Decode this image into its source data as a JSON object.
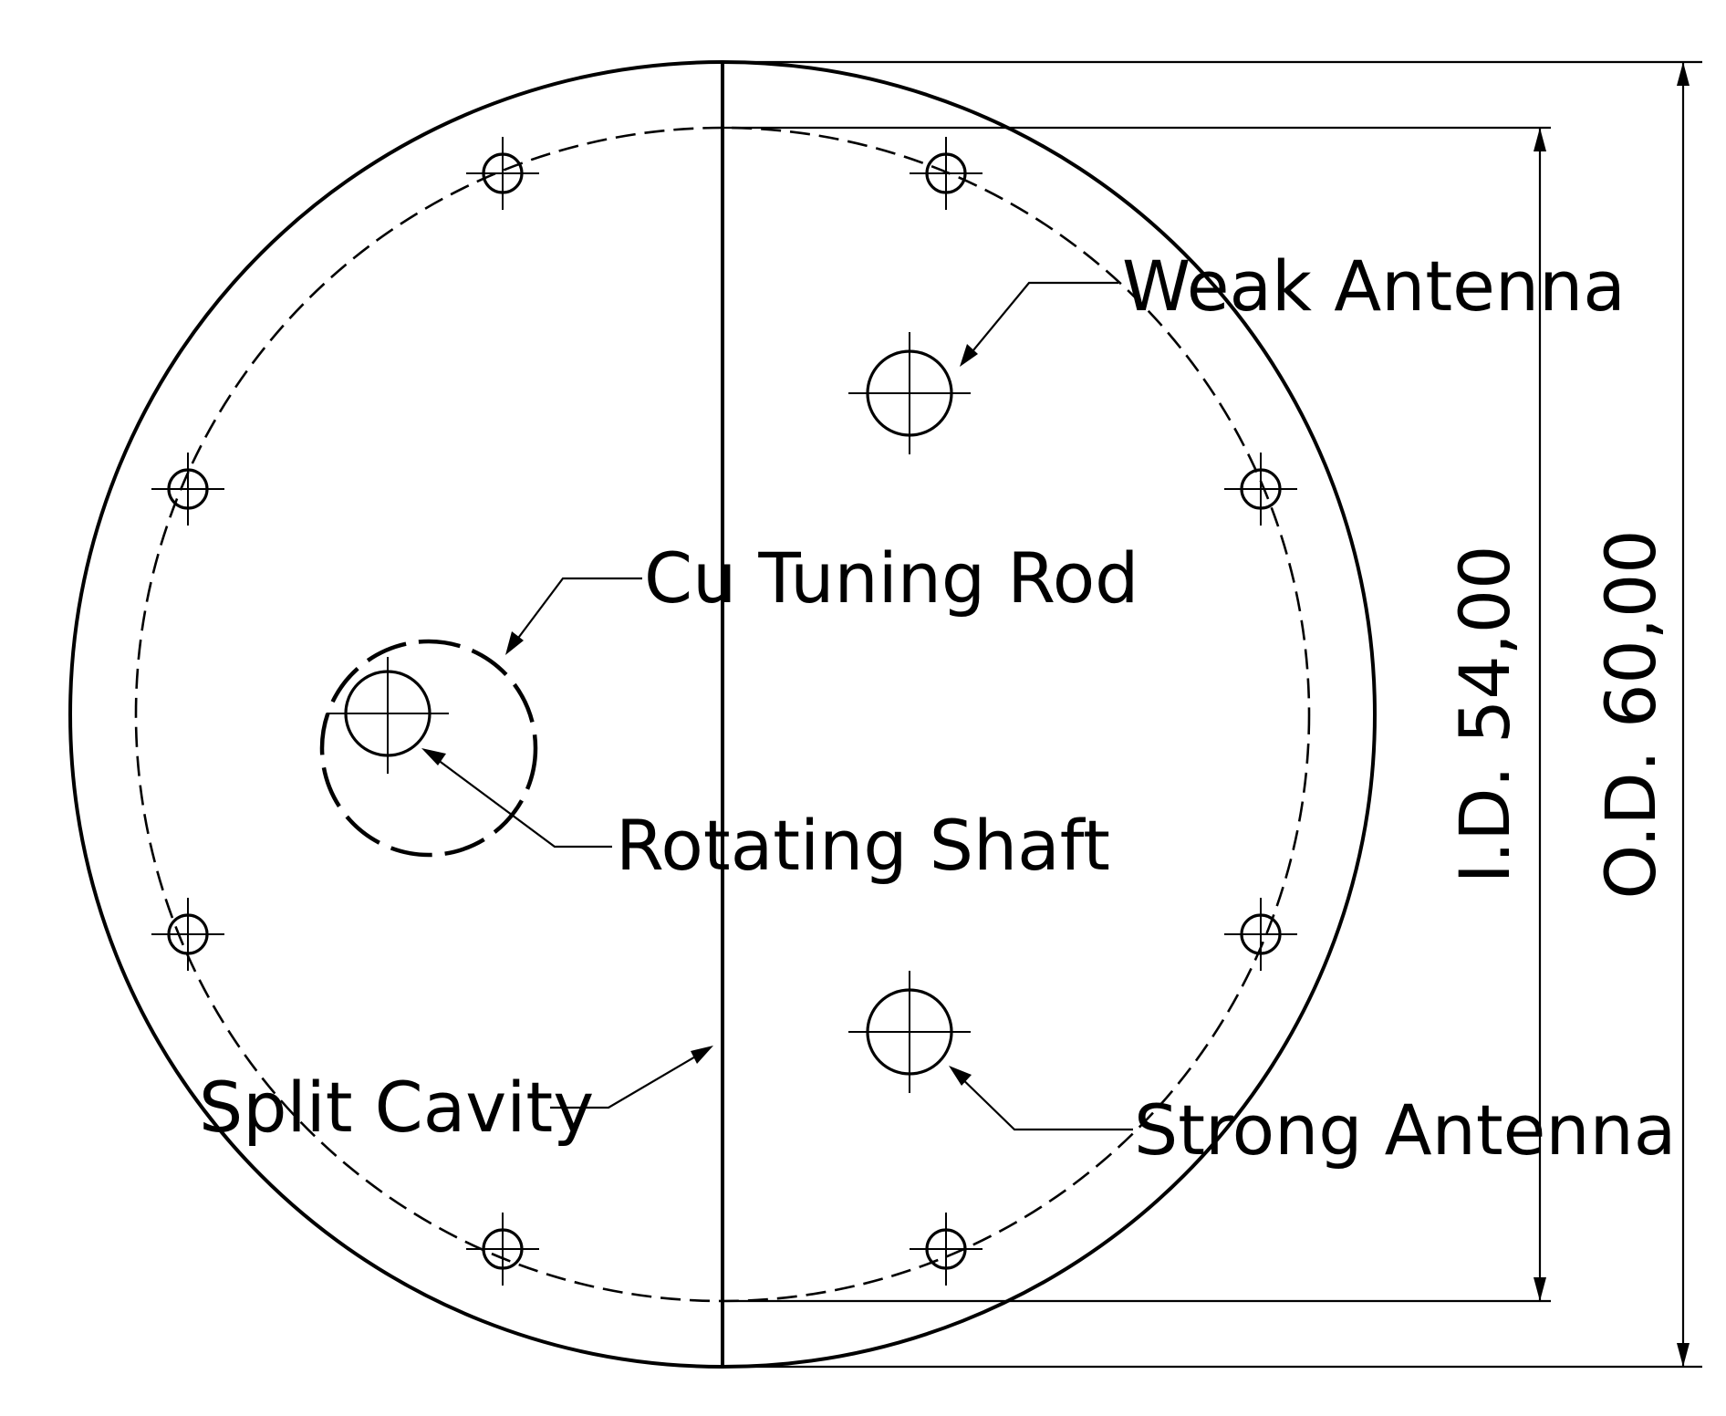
{
  "labels": {
    "weak_antenna": "Weak Antenna",
    "cu_tuning_rod": "Cu Tuning Rod",
    "rotating_shaft": "Rotating Shaft",
    "split_cavity": "Split Cavity",
    "strong_antenna": "Strong Antenna"
  },
  "dimensions": {
    "inner_diameter": "I.D. 54,00",
    "outer_diameter": "O.D. 60,00"
  },
  "colors": {
    "line": "#000000",
    "background": "#ffffff"
  }
}
